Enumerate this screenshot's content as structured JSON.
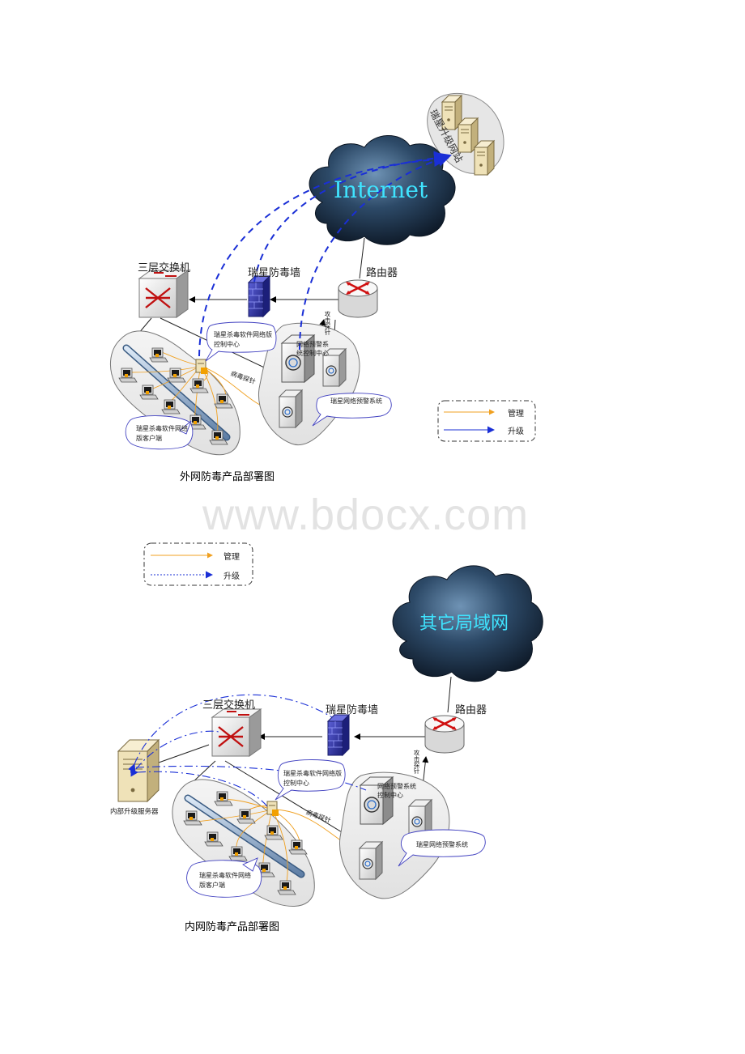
{
  "diagram1": {
    "cloud_label": "Internet",
    "site_label": "瑞星升级网站",
    "switch_label": "三层交换机",
    "firewall_label": "瑞星防毒墙",
    "router_label": "路由器",
    "attack_probe": "攻击探针",
    "virus_probe": "病毒探针",
    "control_center": "瑞星杀毒软件网络版控制中心",
    "alarm_center": "网络预警系统控制中心",
    "alarm_system": "瑞星网络预警系统",
    "client": "瑞星杀毒软件网络版客户端",
    "legend_manage": "管理",
    "legend_upgrade": "升级",
    "caption": "外网防毒产品部署图"
  },
  "watermark": "www.bdocx.com",
  "diagram2": {
    "legend_manage": "管理",
    "legend_upgrade": "升级",
    "cloud_label": "其它局域网",
    "switch_label": "三层交换机",
    "firewall_label": "瑞星防毒墙",
    "router_label": "路由器",
    "attack_probe": "攻击探针",
    "virus_probe": "病毒探针",
    "control_center": "瑞星杀毒软件网络版控制中心",
    "alarm_center": "网络预警系统控制中心",
    "alarm_system": "瑞星网络预警系统",
    "client": "瑞星杀毒软件网络版客户端",
    "server_label": "内部升级服务器",
    "caption": "内网防毒产品部署图"
  },
  "colors": {
    "upgrade_line": "#1a2fd6",
    "manage_line": "#f0a020",
    "cloud_text": "#3fe4ff"
  }
}
